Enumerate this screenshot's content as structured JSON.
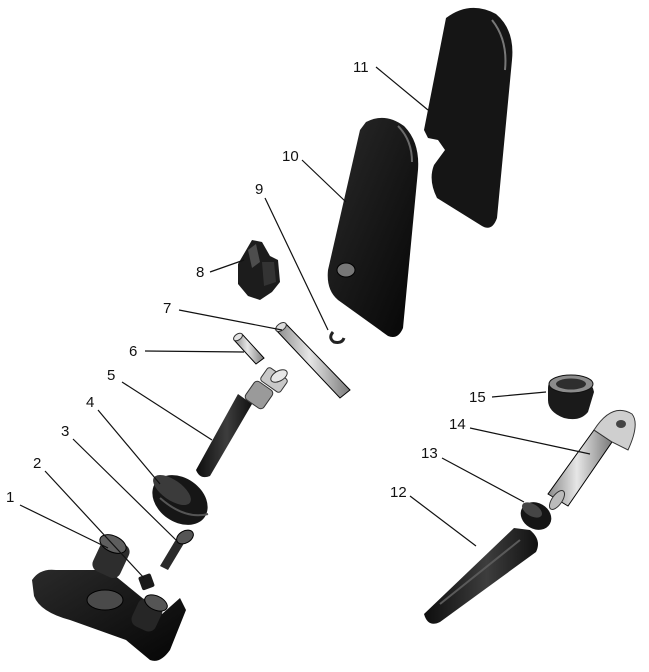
{
  "callouts": [
    {
      "number": "1"
    },
    {
      "number": "2"
    },
    {
      "number": "3"
    },
    {
      "number": "4"
    },
    {
      "number": "5"
    },
    {
      "number": "6"
    },
    {
      "number": "7"
    },
    {
      "number": "8"
    },
    {
      "number": "9"
    },
    {
      "number": "10"
    },
    {
      "number": "11"
    },
    {
      "number": "12"
    },
    {
      "number": "13"
    },
    {
      "number": "14"
    },
    {
      "number": "15"
    }
  ]
}
